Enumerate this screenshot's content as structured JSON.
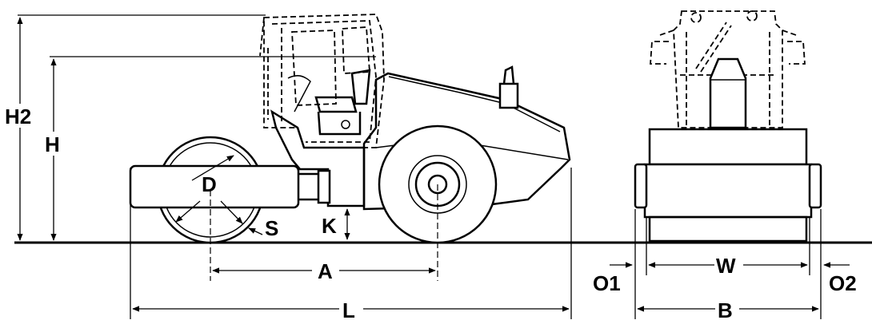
{
  "labels": {
    "H2": "H2",
    "H": "H",
    "D": "D",
    "S": "S",
    "K": "K",
    "A": "A",
    "L": "L",
    "W": "W",
    "O1": "O1",
    "B": "B",
    "O2": "O2"
  }
}
